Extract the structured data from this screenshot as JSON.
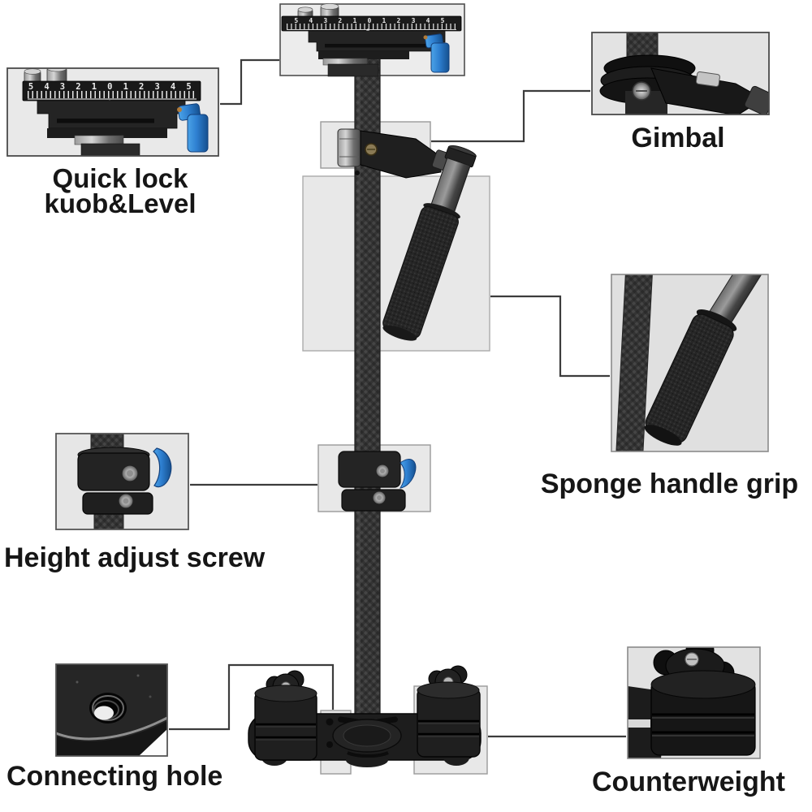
{
  "callouts": {
    "quick_lock": {
      "label_line1": "Quick lock",
      "label_line2": "kuob&Level"
    },
    "gimbal": {
      "label": "Gimbal"
    },
    "sponge_handle": {
      "label": "Sponge handle grip"
    },
    "height_adjust": {
      "label": "Height adjust screw"
    },
    "connecting_hole": {
      "label": "Connecting hole"
    },
    "counterweight": {
      "label": "Counterweight"
    }
  },
  "plate_scale": "5 4 3 2 1 0 1 2 3 4 5",
  "colors": {
    "background": "#ffffff",
    "box_fill": "#e8e8e8",
    "callout_line": "#3c3c3c",
    "accent_blue": "#2e7fd0",
    "label_text": "#161616"
  }
}
